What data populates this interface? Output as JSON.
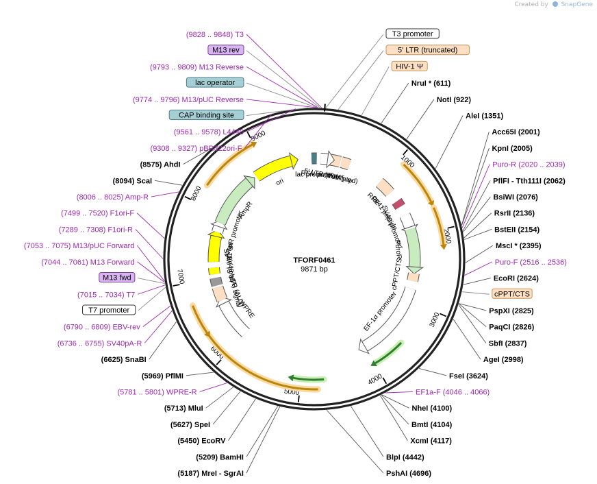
{
  "brand": {
    "created_by": "Created by",
    "name": "SnapGene",
    "icon": "snapgene-logo-icon"
  },
  "center": {
    "name": "TFORF0461",
    "size": "9871 bp"
  },
  "ruler": [
    {
      "label": "1000",
      "pos": 1000
    },
    {
      "label": "2000",
      "pos": 2000
    },
    {
      "label": "3000",
      "pos": 3000
    },
    {
      "label": "4000",
      "pos": 4000
    },
    {
      "label": "5000",
      "pos": 5000
    },
    {
      "label": "6000",
      "pos": 6000
    },
    {
      "label": "7000",
      "pos": 7000
    },
    {
      "label": "8000",
      "pos": 8000
    },
    {
      "label": "9000",
      "pos": 9000
    }
  ],
  "colors": {
    "enzyme": "#000000",
    "primer": "#9c27b0",
    "orf": "#e8a33c",
    "backbone": "#222222"
  },
  "right_labels": [
    {
      "name": "T3 promoter",
      "pos": 9880,
      "box": "#ffffff",
      "border": "#333333"
    },
    {
      "name": "5' LTR (truncated)",
      "pos": 140,
      "box": "#fde0c3",
      "border": "#c8915a"
    },
    {
      "name": "HIV-1 Ψ",
      "pos": 390,
      "box": "#fde0c3",
      "border": "#c8915a"
    },
    {
      "name": "NruI *",
      "site": "(611)",
      "pos": 611,
      "type": "enzyme"
    },
    {
      "name": "NotI",
      "site": "(922)",
      "pos": 922,
      "type": "enzyme"
    },
    {
      "name": "AleI",
      "site": "(1351)",
      "pos": 1351,
      "type": "enzyme"
    },
    {
      "name": "Acc65I",
      "site": "(2001)",
      "pos": 2001,
      "type": "enzyme"
    },
    {
      "name": "KpnI",
      "site": "(2005)",
      "pos": 2005,
      "type": "enzyme"
    },
    {
      "name": "Puro-R",
      "site": "(2020 .. 2039)",
      "pos": 2030,
      "type": "primer"
    },
    {
      "name": "PflFI - Tth111I",
      "site": "(2062)",
      "pos": 2062,
      "type": "enzyme"
    },
    {
      "name": "BsiWI",
      "site": "(2076)",
      "pos": 2076,
      "type": "enzyme"
    },
    {
      "name": "RsrII",
      "site": "(2136)",
      "pos": 2136,
      "type": "enzyme"
    },
    {
      "name": "BstEII",
      "site": "(2154)",
      "pos": 2154,
      "type": "enzyme"
    },
    {
      "name": "MscI *",
      "site": "(2395)",
      "pos": 2395,
      "type": "enzyme"
    },
    {
      "name": "Puro-F",
      "site": "(2516 .. 2536)",
      "pos": 2526,
      "type": "primer"
    },
    {
      "name": "EcoRI",
      "site": "(2624)",
      "pos": 2624,
      "type": "enzyme"
    },
    {
      "name": "cPPT/CTS",
      "pos": 2700,
      "box": "#fde0c3",
      "border": "#c8915a"
    },
    {
      "name": "PspXI",
      "site": "(2825)",
      "pos": 2825,
      "type": "enzyme"
    },
    {
      "name": "PaqCI",
      "site": "(2826)",
      "pos": 2826,
      "type": "enzyme"
    },
    {
      "name": "SbfI",
      "site": "(2837)",
      "pos": 2837,
      "type": "enzyme"
    },
    {
      "name": "AgeI",
      "site": "(2998)",
      "pos": 2998,
      "type": "enzyme"
    },
    {
      "name": "FseI",
      "site": "(3624)",
      "pos": 3624,
      "type": "enzyme"
    },
    {
      "name": "EF1a-F",
      "site": "(4046 .. 4066)",
      "pos": 4056,
      "type": "primer"
    },
    {
      "name": "NheI",
      "site": "(4100)",
      "pos": 4100,
      "type": "enzyme"
    },
    {
      "name": "BmtI",
      "site": "(4104)",
      "pos": 4104,
      "type": "enzyme"
    },
    {
      "name": "XcmI",
      "site": "(4117)",
      "pos": 4117,
      "type": "enzyme"
    },
    {
      "name": "BlpI",
      "site": "(4442)",
      "pos": 4442,
      "type": "enzyme"
    },
    {
      "name": "PshAI",
      "site": "(4696)",
      "pos": 4696,
      "type": "enzyme"
    }
  ],
  "left_labels": [
    {
      "name": "T3",
      "site": "(9828 .. 9848)",
      "pos": 9838,
      "type": "primer"
    },
    {
      "name": "M13 rev",
      "pos": 9820,
      "box": "#d8b4f0",
      "border": "#7b3fa0"
    },
    {
      "name": "M13 Reverse",
      "site": "(9793 .. 9809)",
      "pos": 9801,
      "type": "primer"
    },
    {
      "name": "lac operator",
      "pos": 9790,
      "box": "#a6cfd5",
      "border": "#4a7d86"
    },
    {
      "name": "M13/pUC Reverse",
      "site": "(9774 .. 9796)",
      "pos": 9785,
      "type": "primer"
    },
    {
      "name": "CAP binding site",
      "pos": 9700,
      "box": "#a6cfd5",
      "border": "#4a7d86"
    },
    {
      "name": "L4440",
      "site": "(9561 .. 9578)",
      "pos": 9570,
      "type": "primer"
    },
    {
      "name": "pBR322ori-F",
      "site": "(9308 .. 9327)",
      "pos": 9318,
      "type": "primer"
    },
    {
      "name": "AhdI",
      "site": "(8575)",
      "pos": 8575,
      "type": "enzyme"
    },
    {
      "name": "ScaI",
      "site": "(8094)",
      "pos": 8094,
      "type": "enzyme"
    },
    {
      "name": "Amp-R",
      "site": "(8006 .. 8025)",
      "pos": 8016,
      "type": "primer"
    },
    {
      "name": "F1ori-F",
      "site": "(7499 .. 7520)",
      "pos": 7510,
      "type": "primer"
    },
    {
      "name": "F1ori-R",
      "site": "(7289 .. 7308)",
      "pos": 7298,
      "type": "primer"
    },
    {
      "name": "M13/pUC Forward",
      "site": "(7053 .. 7075)",
      "pos": 7064,
      "type": "primer"
    },
    {
      "name": "M13 Forward",
      "site": "(7044 .. 7061)",
      "pos": 7052,
      "type": "primer"
    },
    {
      "name": "M13 fwd",
      "pos": 7040,
      "box": "#d8b4f0",
      "border": "#7b3fa0"
    },
    {
      "name": "T7",
      "site": "(7015 .. 7034)",
      "pos": 7024,
      "type": "primer"
    },
    {
      "name": "T7 promoter",
      "pos": 7000,
      "box": "#ffffff",
      "border": "#333333"
    },
    {
      "name": "EBV-rev",
      "site": "(6790 .. 6809)",
      "pos": 6800,
      "type": "primer"
    },
    {
      "name": "SV40pA-R",
      "site": "(6736 .. 6755)",
      "pos": 6746,
      "type": "primer"
    },
    {
      "name": "SnaBI",
      "site": "(6625)",
      "pos": 6625,
      "type": "enzyme"
    },
    {
      "name": "PflMI",
      "site": "(5969)",
      "pos": 5969,
      "type": "enzyme"
    },
    {
      "name": "WPRE-R",
      "site": "(5781 .. 5801)",
      "pos": 5791,
      "type": "primer"
    },
    {
      "name": "MluI",
      "site": "(5713)",
      "pos": 5713,
      "type": "enzyme"
    },
    {
      "name": "SpeI",
      "site": "(5627)",
      "pos": 5627,
      "type": "enzyme"
    },
    {
      "name": "EcoRV",
      "site": "(5450)",
      "pos": 5450,
      "type": "enzyme"
    },
    {
      "name": "BamHI",
      "site": "(5209)",
      "pos": 5209,
      "type": "enzyme"
    },
    {
      "name": "MreI - SgrAI",
      "site": "(5187)",
      "pos": 5187,
      "type": "enzyme"
    }
  ],
  "features": [
    {
      "name": "lac promoter",
      "start": 9720,
      "end": 9800,
      "kind": "block",
      "color": "#4a7d86"
    },
    {
      "name": "5' LTR (truncated)",
      "start": 110,
      "end": 300,
      "kind": "block",
      "color": "#fde0c3"
    },
    {
      "name": "RSV promoter",
      "start": 9860,
      "end": 100,
      "kind": "arrow",
      "color": "#ffffff"
    },
    {
      "name": "HIV-1 Ψ",
      "start": 320,
      "end": 450,
      "kind": "block",
      "color": "#fde0c3"
    },
    {
      "name": "RRE",
      "start": 1000,
      "end": 1230,
      "kind": "block",
      "color": "#fde0c3"
    },
    {
      "name": "gp41 peptide",
      "start": 1400,
      "end": 1500,
      "kind": "block",
      "color": "#c0506e"
    },
    {
      "name": "SV40 promoter",
      "start": 1650,
      "end": 1850,
      "kind": "arrow",
      "color": "#ffffff"
    },
    {
      "name": "PuroR",
      "start": 1880,
      "end": 2480,
      "kind": "arrow",
      "color": "#c8ecc0"
    },
    {
      "name": "cPPT/CTS",
      "start": 2580,
      "end": 2700,
      "kind": "block",
      "color": "#fde0c3"
    },
    {
      "name": "EF-1α promoter",
      "start": 2820,
      "end": 4000,
      "kind": "arrow",
      "color": "#ffffff"
    },
    {
      "name": "WPRE",
      "start": 6000,
      "end": 6580,
      "kind": "arrow",
      "color": "#ffffff"
    },
    {
      "name": "3' LTR (ΔU3)",
      "start": 6640,
      "end": 6850,
      "kind": "block",
      "color": "#fde0c3"
    },
    {
      "name": "SV40 poly(A) signal",
      "start": 6880,
      "end": 7000,
      "kind": "block",
      "color": "#999999"
    },
    {
      "name": "SV40 ori",
      "start": 7060,
      "end": 7160,
      "kind": "block",
      "color": "#ffff00"
    },
    {
      "name": "f1 ori",
      "start": 7250,
      "end": 7650,
      "kind": "arrow",
      "color": "#ffff00"
    },
    {
      "name": "AmpR promoter",
      "start": 7720,
      "end": 7810,
      "kind": "arrow",
      "color": "#ffffff"
    },
    {
      "name": "AmpR",
      "start": 7870,
      "end": 8660,
      "kind": "arrow",
      "color": "#c8ecc0"
    },
    {
      "name": "ori",
      "start": 8800,
      "end": 9400,
      "kind": "arrow",
      "color": "#ffff00"
    }
  ],
  "orfs": [
    {
      "start": 1080,
      "end": 1640,
      "strand": "+"
    },
    {
      "start": 1720,
      "end": 2180,
      "strand": "+"
    },
    {
      "start": 4780,
      "end": 6500,
      "strand": "+"
    },
    {
      "start": 8240,
      "end": 8980,
      "strand": "+"
    },
    {
      "start": 6350,
      "end": 6720,
      "strand": "-"
    }
  ],
  "green_orfs": [
    {
      "start": 3560,
      "end": 3990,
      "strand": "+"
    },
    {
      "start": 4700,
      "end": 5100,
      "strand": "+"
    }
  ]
}
